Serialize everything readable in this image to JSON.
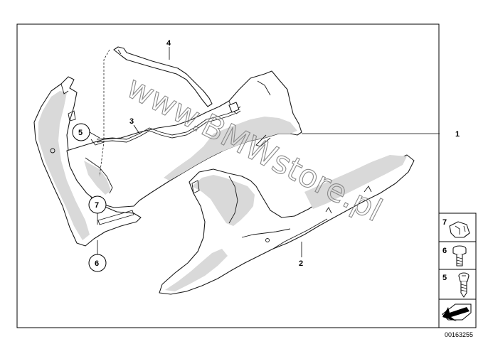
{
  "callouts": {
    "c1": "1",
    "c2": "2",
    "c3": "3",
    "c4": "4",
    "c5": "5",
    "c6": "6",
    "c7": "7"
  },
  "legend": {
    "l7": "7",
    "l6": "6",
    "l5": "5"
  },
  "watermark": "www.BMWstore.pl",
  "diagram_number": "00163255"
}
